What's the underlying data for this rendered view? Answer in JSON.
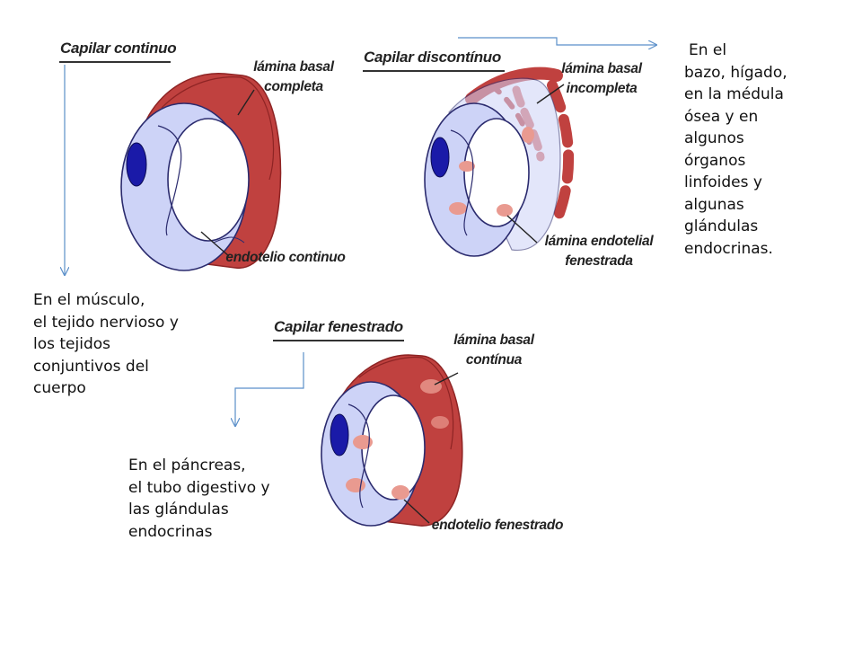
{
  "colors": {
    "basal": "#c0413f",
    "basal_dark": "#8e2424",
    "endothelium": "#cdd3f7",
    "endothelium_edge": "#2b2b6e",
    "nucleus": "#1a1aa8",
    "fenestra": "#e99a90",
    "arrow": "#5b8fc9"
  },
  "continuous": {
    "heading": "Capilar continuo",
    "label_basal": [
      "lámina basal",
      "completa"
    ],
    "label_endo": "endotelio continuo",
    "note": [
      "En el músculo,",
      "el tejido nervioso y",
      "los tejidos",
      "conjuntivos del",
      "cuerpo"
    ]
  },
  "discontinuous": {
    "heading": "Capilar discontínuo",
    "label_basal": [
      "lámina basal",
      "incompleta"
    ],
    "label_endo": [
      "lámina endotelial",
      "fenestrada"
    ],
    "note": [
      "En el",
      "bazo, hígado,",
      "en la médula",
      "ósea y en",
      "algunos",
      "órganos",
      "linfoides y",
      "algunas",
      "glándulas",
      "endocrinas."
    ]
  },
  "fenestrated": {
    "heading": "Capilar fenestrado",
    "label_basal": [
      "lámina basal",
      "contínua"
    ],
    "label_endo": "endotelio fenestrado",
    "note": [
      "En el páncreas,",
      "el tubo digestivo y",
      "las glándulas",
      "endocrinas"
    ]
  }
}
